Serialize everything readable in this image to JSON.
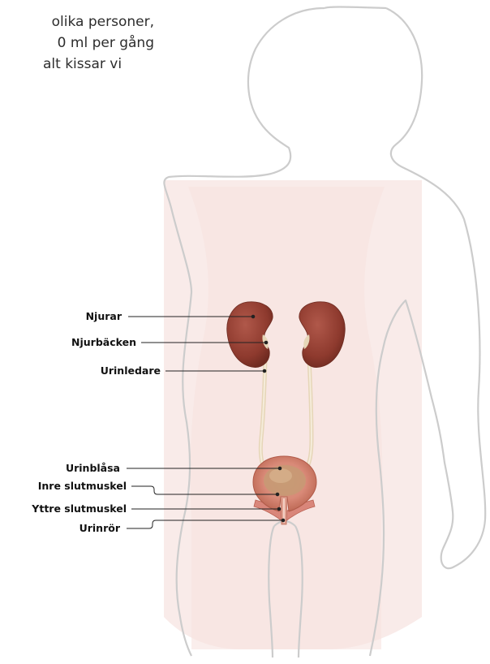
{
  "intro": {
    "lines": [
      "olika personer,",
      "0 ml per gång",
      "alt kissar vi"
    ]
  },
  "labels": {
    "njurar": "Njurar",
    "njurbacken": "Njurbäcken",
    "urinledare": "Urinledare",
    "urinblasa": "Urinblåsa",
    "inre_slutmuskel": "Inre slutmuskel",
    "yttre_slutmuskel": "Yttre slutmuskel",
    "urinror": "Urinrör"
  },
  "colors": {
    "body_outline": "#c8c8c8",
    "body_fill": "#f8e8e6",
    "kidney": "#8e3a2e",
    "ureter": "#e8dcc2",
    "bladder": "#d98a78",
    "leader_line": "#222222"
  }
}
